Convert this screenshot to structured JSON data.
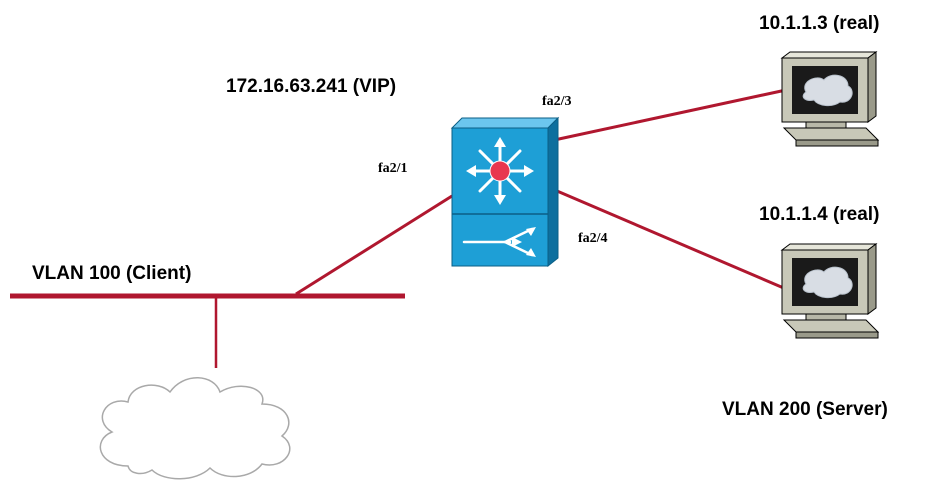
{
  "labels": {
    "vip": "172.16.63.241 (VIP)",
    "vlan_client": "VLAN 100 (Client)",
    "vlan_server": "VLAN 200 (Server)",
    "server1": "10.1.1.3 (real)",
    "server2": "10.1.1.4 (real)",
    "port_fa21": "fa2/1",
    "port_fa23": "fa2/3",
    "port_fa24": "fa2/4"
  },
  "colors": {
    "link": "#b0172f",
    "switch_body": "#1e9fd6",
    "switch_top": "#6cc6ee",
    "switch_hub": "#e8384f",
    "monitor": "#c8c8b8",
    "cloud_stroke": "#a9a9a9"
  },
  "icons": {
    "switch": "multilayer-switch-icon",
    "server1": "workstation-icon",
    "server2": "workstation-icon",
    "cloud": "cloud-icon"
  }
}
